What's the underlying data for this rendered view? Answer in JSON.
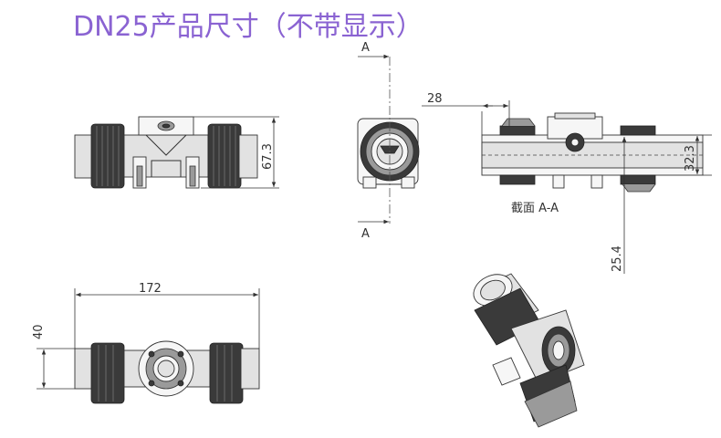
{
  "title": "DN25产品尺寸（不带显示）",
  "dimensions": {
    "height_total": "67.3",
    "length_total": "172",
    "side_height": "40",
    "flange_offset": "28",
    "port_diameter": "32.3",
    "center_height": "25.4"
  },
  "section": {
    "marker_top": "A",
    "marker_bottom": "A",
    "caption": "截面  A-A"
  },
  "colors": {
    "title": "#8a63d2",
    "line": "#333333",
    "body_fill": "#e2e2e2",
    "nut_fill": "#3a3a3a"
  }
}
